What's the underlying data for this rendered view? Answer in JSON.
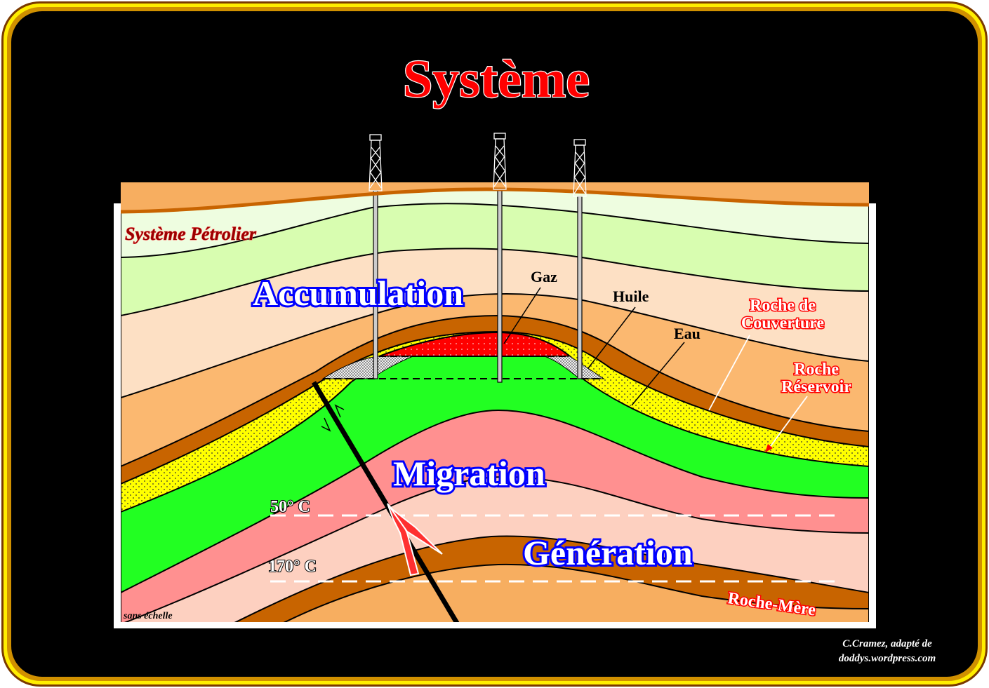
{
  "title": "Système",
  "subtitle": "Système Pétrolier",
  "labels": {
    "accumulation": "Accumulation",
    "migration": "Migration",
    "generation": "Génération",
    "gas": "Gaz",
    "oil": "Huile",
    "water": "Eau",
    "cap_rock_line1": "Roche de",
    "cap_rock_line2": "Couverture",
    "reservoir_line1": "Roche",
    "reservoir_line2": "Réservoir",
    "source_rock": "Roche-Mère",
    "isotherm_50": "50° C",
    "isotherm_170": "170° C",
    "scale_note": "sans échelle"
  },
  "credit": {
    "line1": "C.Cramez, adapté de",
    "line2": "doddys.wordpress.com"
  },
  "colors": {
    "gas": "#ff0000",
    "oil": "#e8e8e8",
    "water_zone": "#22ff22",
    "reservoir": "#ffff00",
    "cap_rock": "#c86400",
    "title": "#ff0000",
    "process_labels": "#0000ff"
  }
}
